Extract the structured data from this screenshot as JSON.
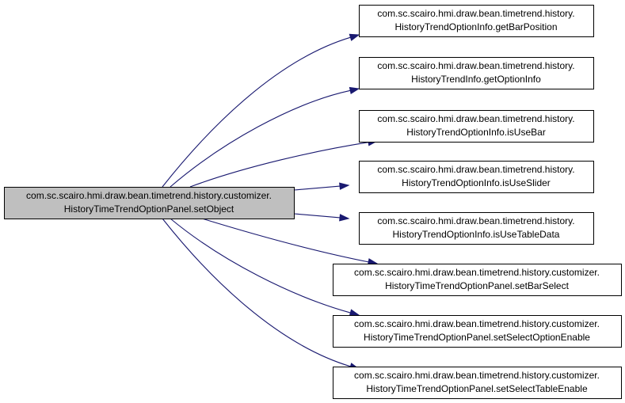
{
  "colors": {
    "edge": "#191970",
    "root_fill": "#bfbfbf",
    "node_fill": "#ffffff",
    "node_border": "#000000"
  },
  "root": {
    "id": "root",
    "lines": [
      "com.sc.scairo.hmi.draw.bean.timetrend.history.customizer.",
      "HistoryTimeTrendOptionPanel.setObject"
    ]
  },
  "callees": [
    {
      "id": "getBarPosition",
      "lines": [
        "com.sc.scairo.hmi.draw.bean.timetrend.history.",
        "HistoryTrendOptionInfo.getBarPosition"
      ]
    },
    {
      "id": "getOptionInfo",
      "lines": [
        "com.sc.scairo.hmi.draw.bean.timetrend.history.",
        "HistoryTrendInfo.getOptionInfo"
      ]
    },
    {
      "id": "isUseBar",
      "lines": [
        "com.sc.scairo.hmi.draw.bean.timetrend.history.",
        "HistoryTrendOptionInfo.isUseBar"
      ]
    },
    {
      "id": "isUseSlider",
      "lines": [
        "com.sc.scairo.hmi.draw.bean.timetrend.history.",
        "HistoryTrendOptionInfo.isUseSlider"
      ]
    },
    {
      "id": "isUseTableData",
      "lines": [
        "com.sc.scairo.hmi.draw.bean.timetrend.history.",
        "HistoryTrendOptionInfo.isUseTableData"
      ]
    },
    {
      "id": "setBarSelect",
      "lines": [
        "com.sc.scairo.hmi.draw.bean.timetrend.history.customizer.",
        "HistoryTimeTrendOptionPanel.setBarSelect"
      ]
    },
    {
      "id": "setSelectOptionEnable",
      "lines": [
        "com.sc.scairo.hmi.draw.bean.timetrend.history.customizer.",
        "HistoryTimeTrendOptionPanel.setSelectOptionEnable"
      ]
    },
    {
      "id": "setSelectTableEnable",
      "lines": [
        "com.sc.scairo.hmi.draw.bean.timetrend.history.customizer.",
        "HistoryTimeTrendOptionPanel.setSelectTableEnable"
      ]
    }
  ]
}
